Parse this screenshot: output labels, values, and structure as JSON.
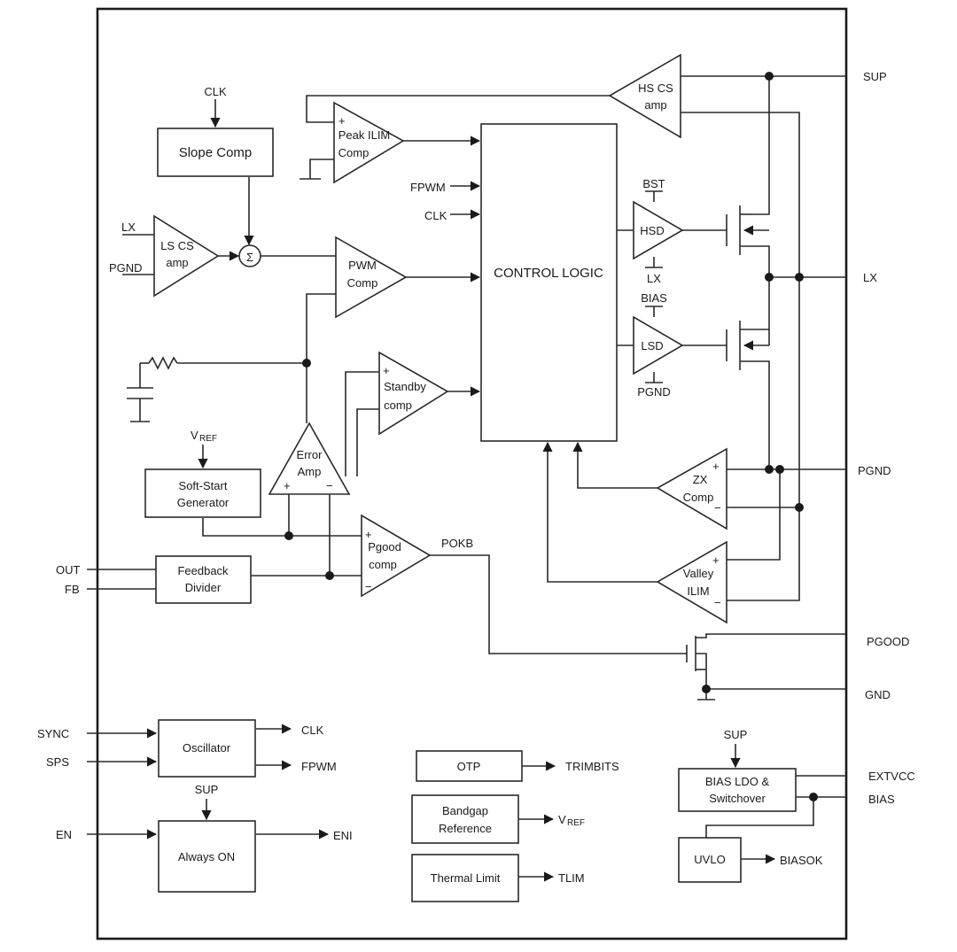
{
  "pins_right": {
    "sup": "SUP",
    "lx": "LX",
    "pgnd": "PGND",
    "pgood": "PGOOD",
    "gnd": "GND",
    "extvcc": "EXTVCC",
    "bias": "BIAS"
  },
  "pins_left": {
    "out": "OUT",
    "fb": "FB",
    "sync": "SYNC",
    "sps": "SPS",
    "en": "EN"
  },
  "blocks": {
    "slope_comp": "Slope Comp",
    "control_logic": "CONTROL LOGIC",
    "soft_start": [
      "Soft-Start",
      "Generator"
    ],
    "feedback_divider": [
      "Feedback",
      "Divider"
    ],
    "oscillator": "Oscillator",
    "always_on": "Always ON",
    "otp": "OTP",
    "bandgap": [
      "Bandgap",
      "Reference"
    ],
    "thermal_limit": "Thermal Limit",
    "bias_ldo": [
      "BIAS LDO &",
      "Switchover"
    ],
    "uvlo": "UVLO"
  },
  "amps": {
    "hs_cs": [
      "HS CS",
      "amp"
    ],
    "peak_ilim": [
      "Peak ILIM",
      "Comp"
    ],
    "ls_cs": [
      "LS CS",
      "amp"
    ],
    "pwm": [
      "PWM",
      "Comp"
    ],
    "standby": [
      "Standby",
      "comp"
    ],
    "error_amp": [
      "Error",
      "Amp"
    ],
    "pgood_comp": [
      "Pgood",
      "comp"
    ],
    "zx_comp": [
      "ZX",
      "Comp"
    ],
    "valley_ilim": [
      "Valley",
      "ILIM"
    ],
    "hsd": "HSD",
    "lsd": "LSD"
  },
  "signals": {
    "clk": "CLK",
    "fpwm": "FPWM",
    "lx": "LX",
    "pgnd": "PGND",
    "bst": "BST",
    "bias": "BIAS",
    "pokb": "POKB",
    "sup": "SUP",
    "eni": "ENI",
    "trimbits": "TRIMBITS",
    "vref_main": "V",
    "vref_sub": "REF",
    "tlim": "TLIM",
    "biasok": "BIASOK",
    "sigma": "Σ",
    "plus": "+",
    "minus": "−"
  }
}
